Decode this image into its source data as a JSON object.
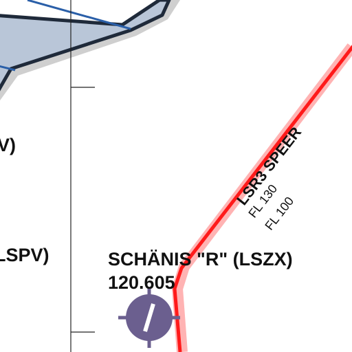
{
  "map": {
    "airfield": {
      "name": "SCHÄNIS \"R\" (LSZX)",
      "frequency": "120.605"
    },
    "route": {
      "name": "LSR3 SPEER",
      "upper_limit": "FL 130",
      "lower_limit": "FL 100",
      "color": "#ff1a1a"
    },
    "left_labels": {
      "partial_top": "V)",
      "partial_bottom": "LSPV)"
    },
    "colors": {
      "airspace_fill": "#b9c6d8",
      "airspace_border": "#1f2a3a",
      "airspace_line": "#2a5fa8",
      "airfield_symbol": "#6b5f8f"
    }
  }
}
